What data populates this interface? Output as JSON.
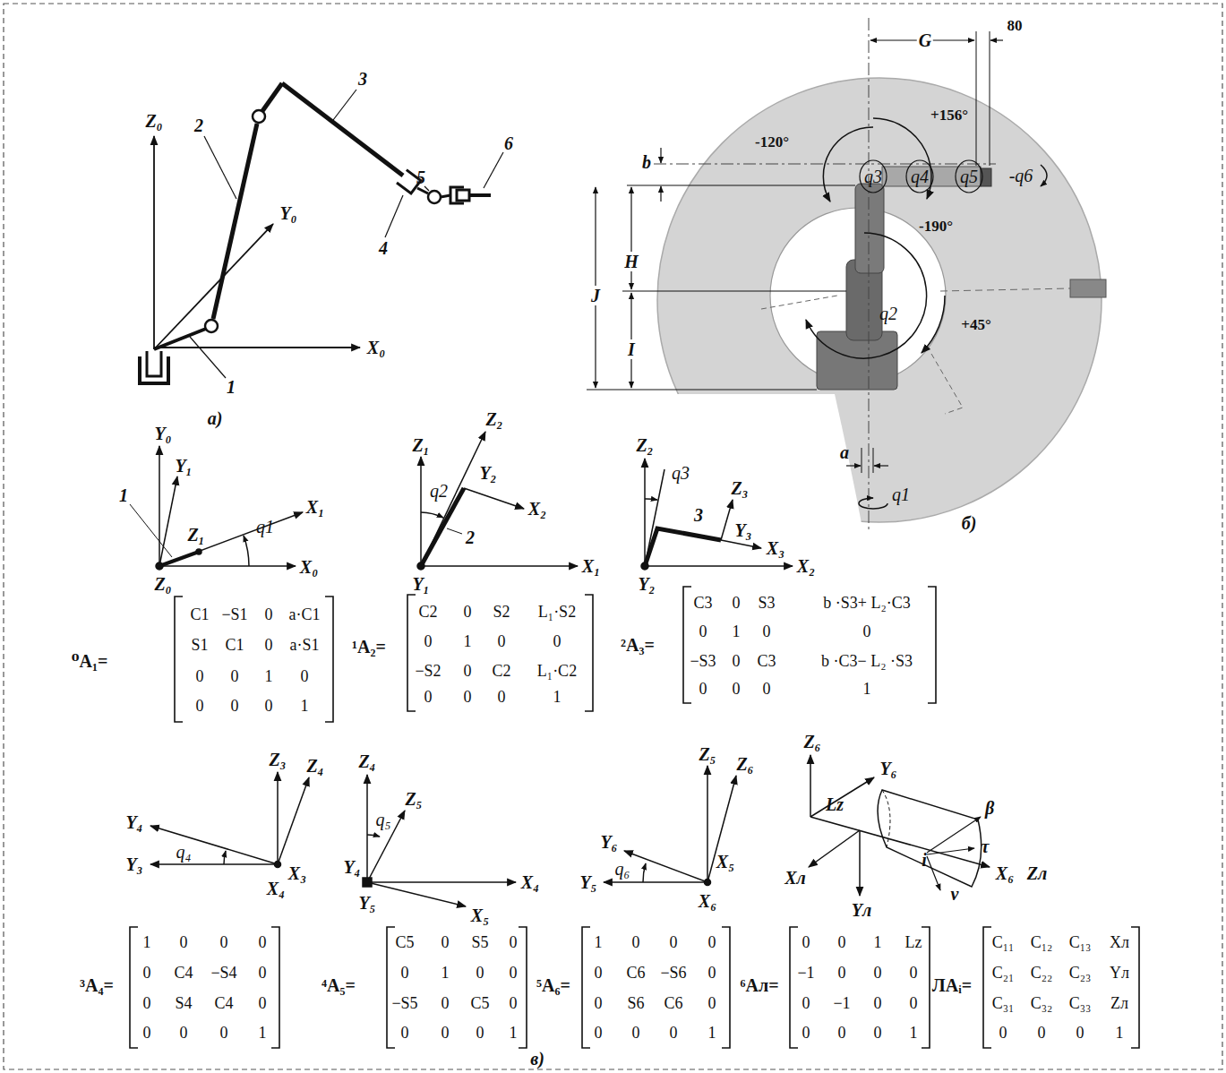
{
  "diagram": {
    "labels": [
      "Z₀",
      "Y₀",
      "X₀",
      "1",
      "2",
      "3",
      "4",
      "5",
      "6",
      "а)",
      "G",
      "80",
      "+156°",
      "-120°",
      "b",
      "q3",
      "q4",
      "q5",
      "-q6",
      "H",
      "-190°",
      "J",
      "q2",
      "+45°",
      "I",
      "a",
      "q1",
      "б)",
      "Y₀",
      "Y₁",
      "1",
      "Z₁",
      "X₁",
      "q1",
      "X₀",
      "Z₀",
      "Z₁",
      "Z₂",
      "q2",
      "Y₂",
      "X₂",
      "2",
      "Y₁",
      "X₁",
      "Z₂",
      "q3",
      "Z₃",
      "3",
      "Y₃",
      "X₃",
      "Y₂",
      "X₂",
      "Z₃",
      "Z₄",
      "Y₄",
      "q₄",
      "Y₃",
      "X₃",
      "X₄",
      "Z₄",
      "q₅",
      "Z₅",
      "Y₄",
      "X₄",
      "Y₅",
      "X₅",
      "Z₅",
      "Z₆",
      "Y₆",
      "q₆",
      "Y₅",
      "X₅",
      "X₆",
      "Z₆",
      "Y₆",
      "Lz",
      "β",
      "τ",
      "X₆",
      "Zл",
      "ν",
      "i",
      "Xл",
      "Yл",
      "в)",
      "⁰A₁=",
      "C1",
      "−S1",
      "0",
      "a·C1",
      "S1",
      "C1",
      "0",
      "a·S1",
      "0",
      "0",
      "1",
      "0",
      "0",
      "0",
      "0",
      "1",
      "¹A₂=",
      "C2",
      "0",
      "S2",
      "L₁·S2",
      "0",
      "1",
      "0",
      "0",
      "−S2",
      "0",
      "C2",
      "L₁·C2",
      "0",
      "0",
      "0",
      "1",
      "²A₃=",
      "C3",
      "0",
      "S3",
      "b ·S3+ L₂·C3",
      "0",
      "1",
      "0",
      "0",
      "−S3",
      "0",
      "C3",
      "b ·C3− L₂ ·S3",
      "0",
      "0",
      "0",
      "1",
      "³A₄=",
      "1",
      "0",
      "0",
      "0",
      "0",
      "C4",
      "−S4",
      "0",
      "0",
      "S4",
      "C4",
      "0",
      "0",
      "0",
      "0",
      "1",
      "⁴A₅=",
      "C5",
      "0",
      "S5",
      "0",
      "0",
      "1",
      "0",
      "0",
      "−S5",
      "0",
      "C5",
      "0",
      "0",
      "0",
      "0",
      "1",
      "⁵A₆=",
      "1",
      "0",
      "0",
      "0",
      "0",
      "C6",
      "−S6",
      "0",
      "0",
      "S6",
      "C6",
      "0",
      "0",
      "0",
      "0",
      "1",
      "⁶Aл=",
      "0",
      "0",
      "1",
      "Lz",
      "−1",
      "0",
      "0",
      "0",
      "0",
      "−1",
      "0",
      "0",
      "0",
      "0",
      "0",
      "1",
      "ЛAᵢ=",
      "C₁₁",
      "C₁₂",
      "C₁₃",
      "Xл",
      "C₂₁",
      "C₂₂",
      "C₂₃",
      "Yл",
      "C₃₁",
      "C₃₂",
      "C₃₃",
      "Zл",
      "0",
      "0",
      "0",
      "1"
    ]
  }
}
